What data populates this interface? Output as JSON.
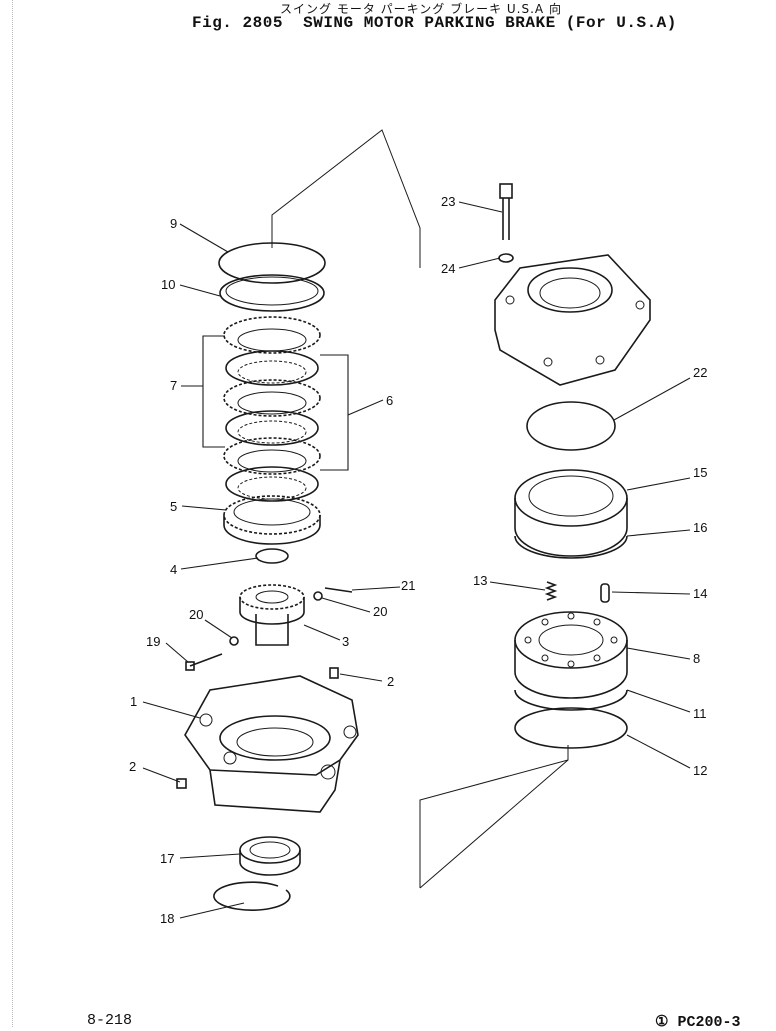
{
  "header": {
    "japanese_title": "スイング モータ パーキング ブレーキ U.S.A 向",
    "fig_label": "Fig. 2805",
    "title": "SWING MOTOR PARKING BRAKE (For U.S.A)"
  },
  "footer": {
    "page_number": "8-218",
    "model": "① PC200-3"
  },
  "callouts": [
    {
      "id": "c1",
      "label": "1"
    },
    {
      "id": "c2a",
      "label": "2"
    },
    {
      "id": "c2b",
      "label": "2"
    },
    {
      "id": "c3",
      "label": "3"
    },
    {
      "id": "c4",
      "label": "4"
    },
    {
      "id": "c5",
      "label": "5"
    },
    {
      "id": "c6",
      "label": "6"
    },
    {
      "id": "c7",
      "label": "7"
    },
    {
      "id": "c8",
      "label": "8"
    },
    {
      "id": "c9",
      "label": "9"
    },
    {
      "id": "c10",
      "label": "10"
    },
    {
      "id": "c11",
      "label": "11"
    },
    {
      "id": "c12",
      "label": "12"
    },
    {
      "id": "c13",
      "label": "13"
    },
    {
      "id": "c14",
      "label": "14"
    },
    {
      "id": "c15",
      "label": "15"
    },
    {
      "id": "c16",
      "label": "16"
    },
    {
      "id": "c17",
      "label": "17"
    },
    {
      "id": "c18",
      "label": "18"
    },
    {
      "id": "c19",
      "label": "19"
    },
    {
      "id": "c20a",
      "label": "20"
    },
    {
      "id": "c20b",
      "label": "20"
    },
    {
      "id": "c21",
      "label": "21"
    },
    {
      "id": "c22",
      "label": "22"
    },
    {
      "id": "c23",
      "label": "23"
    },
    {
      "id": "c24",
      "label": "24"
    }
  ]
}
